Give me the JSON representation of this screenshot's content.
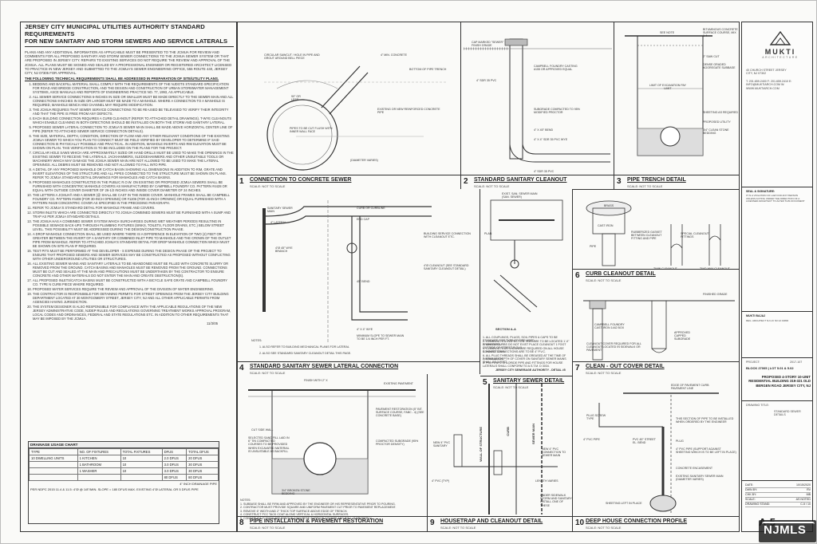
{
  "spec": {
    "title_line1": "JERSEY CITY MUNICIPAL UTILITIES AUTHORITY STANDARD REQUIREMENTS",
    "title_line2": "FOR NEW SANITARY AND STORM SEWERS AND SERVICE LATERALS",
    "intro": "PLANS AND ANY ADDITIONAL INFORMATION AS APPLICABLE MUST BE PRESENTED TO THE JCMUA FOR REVIEW AND COMMENTS FOR ALL PROPOSED SANITARY AND STORM SEWER CONNECTIONS TO THE JCMUA SEWER SYSTEM OR THAT ARE PROPOSED IN JERSEY CITY. REPAIRS TO EXISTING SERVICES DO NOT REQUIRE THE REVIEW AND APPROVAL OF THE JCMUA. ALL PLANS MUST BE SIGNED AND SEALED BY A PROFESSIONAL ENGINEER OR REGISTERED ARCHITECT LICENSED TO PRACTICE IN NEW JERSEY AND SUBMITTED TO THE JCMUA'S SEWER ENGINEERING OFFICE, 555 ROUTE 440, JERSEY CITY, NJ 07305 FOR APPROVAL.",
    "list_header": "THE FOLLOWING TECHNICAL REQUIREMENTS SHALL BE ADDRESSED IN PREPARATION OF SITE/UTILITY PLANS.",
    "items": [
      "BEDDING AND BACKFILL MATERIAL SHALL COMPLY WITH THE REQUIREMENTS OF THE NJDOTS STANDARD SPECIFICATION FOR ROAD AND BRIDGE CONSTRUCTION, AND THE DESIGN AND CONSTRUCTION OF URBAN STORMWATER MANAGEMENT SYSTEMS, ASCE MANUALS AND REPORTS OF ENGINEERING PRACTICE NO. 77, 1993, AS APPLICABLE.",
      "ALL SEWER SERVICE CONNECTIONS 6-INCHES IN SIZE OR SMALLER MUST BE MADE DIRECTLY TO THE SEWER MAIN AND ALL CONNECTIONS 8-INCHES IN SIZE OR LARGER MUST BE MADE TO A MANHOLE. WHERE A CONNECTION TO A MANHOLE IS REQUIRED, MANHOLE BENCH AND CHANNEL MAY REQUIRE MODIFICATION.",
      "THE JCMUA REQUIRES THAT SEWER SERVICE CONNECTIONS TO BE RE-USED BE TELEVISED TO VERIFY THEIR INTEGRITY AND THAT THE PIPE IS FREE FROM ANY DEFECTS.",
      "EACH BUILDING CONNECTION REQUIRES A CURB CLEANOUT (REFER TO ATTACHED DETAIL DRAWINGS). T-WYE CLEANOUTS WHICH ENABLE CLEANING IN BOTH DIRECTIONS SHOULD BE INSTALLED ON BOTH THE STORM AND SANITARY LATERAL.",
      "PROPOSED SEWER LATERAL CONNECTION TO JCMUA'S SEWER MAIN SHALL BE MADE ABOVE HORIZONTAL CENTER LINE OF PIPE (REFER TO ATTACHED SEWER SERVICE CONNECTION DETAILS).",
      "THE SIZE, MATERIAL, DEPTH, CONDITION, DIRECTION OF FLOW AND ANY OTHER RELEVANT CONDITIONS OF THE EXISTING JCMUA SEWER TO WHICH YOU PLAN TO CONNECT MUST BE FIELD VERIFIED BY DEVELOPER TO DETERMINE IF SAID CONNECTION IS PHYSICALLY POSSIBLE AND PRACTICAL. IN ADDITION, MANHOLE INVERTS AND RIM ELEVATION MUST BE SHOWN ON PLAN. THIS VERIFICATION IS TO BE INCLUDED ON THE PLANS FOR THE PROJECT.",
      "CIRCULAR HOLE SAWS WHICH ARE APPROXIMATELY SIZED OR HAND DRILLS MUST BE USED TO MAKE THE OPENINGS IN THE EXISTING SEWER TO RECEIVE THE LATERALS. JACKHAMMERS, SLEDGEHAMMERS AND OTHER UNSUITABLE TOOLS OR MACHINERY WHICH MAY DAMAGE THE JCMUA SEWER MAIN ARE NOT ALLOWED TO BE USED TO MAKE THE LATERAL OPENINGS. ALL DEBRIS MUST BE REMOVED AND NOT ALLOWED TO FALL INTO PIPE.",
      "A DETAIL OF ANY PROPOSED MANHOLE OR CATCH BASIN SHOWING ALL DIMENSIONS IN ADDITION TO RIM, GRATE AND INVERT ELEVATIONS OF THE STRUCTURE AND ALL PIPES CONNECTED TO THE STRUCTURE MUST BE SHOWN ON PLANS. REFER TO JCMUA STANDARD DETAIL DRAWINGS FOR MANHOLES AND CATCH BASINS.",
      "PROPOSED MANHOLES CONSTRUCTED IN THE PUBLIC R.O.W. ON EXISTING OR PROPOSED JCMUA SEWERS SHALL BE FURNISHED WITH CONCENTRIC MANHOLE COVERS AS MANUFACTURED BY CAMPBELL FOUNDRY CO. PATTERN #4428 OR EQUAL WITH OUTSIDE COVER DIAMETER OF 26-1/2 INCHES AND INSIDE COVER DIAMETER OF 24 INCHES.",
      "THE LETTERS A JCMUA® AND A SEWER (@ SHALL BE CAST IN THE INSIDE COVER. MANHOLE FRAMES SHALL BE CAMPBELL FOUNDRY CO. PATTERN #4408 (FOR 30-INCH OPENING) OR #1206 (FOR 41-INCH OPENING) OR EQUAL FURNISHED WITH A PATTERN #4428 CONCENTRIC COVER AS SPECIFIED IN THE PRECEDING PARAGRAPH.",
      "REFER TO JCMUA'S STANDARD DETAIL FOR MANHOLE FRAME AND COVERS.",
      "STORM INLETS WHICH ARE CONNECTED DIRECTLY TO JCMUA COMBINED SEWERS MUST BE FURNISHED WITH A SUMP AND TRAP AS PER JCMUA STANDARD DETAILS.",
      "THE JCMUA HAS A COMBINED SEWER SYSTEM WHICH SURCHARGES DURING WET WEATHER PERIODS RESULTING IN POSSIBLE SEWAGE BACK-UPS THROUGH PLUMBING FIXTURES (SINKS, TOILETS, FLOOR DRAINS, ETC.) BELOW STREET LEVEL. THIS POSSIBILITY MUST BE ADDRESSED DURING THE DESIGN/CONSTRUCTION PHASE.",
      "A DROP MANHOLE CONNECTION SHALL BE USED WHERE THERE IS A DIFFERENCE IN ELEVATION OF TWO (2) FEET OR GREATER BETWEEN THE INVERT OF A SANITARY OR COMBINED INLET PIPE TO MANHOLE AND THE CROWN OF THE OUTLET PIPE FROM MANHOLE. REFER TO ATTACHED JCMUA'S STANDARD DETAIL FOR DROP MANHOLE CONNECTION WHICH MUST BE SHOWN ON SITE PLAN IF REQUIRED.",
      "TEST PITS MUST BE PERFORMED AT THE DEVELOPER - S EXPENSE DURING THE DESIGN PHASE OF THE PROJECT TO ENSURE THAT PROPOSED SEWERS AND SEWER SERVICES MAY BE CONSTRUCTED AS PROPOSED WITHOUT CONFLICTING WITH OTHER UNDERGROUND UTILITIES OR STRUCTURES.",
      "ALL EXISTING SEWER MAINS AND SANITARY LATERALS TO BE ABANDONED MUST BE FILLED WITH CONCRETE SLURRY OR REMOVED FROM THE GROUND. CATCH BASINS AND MANHOLES MUST BE REMOVED FROM THE GROUND. CONNECTIONS MUST BE CUT AND SEALED AT THE MAIN AND PRECAUTIONS MUST BE UNDERTAKEN BY THE CONTRACTOR TO ENSURE CONCRETE AND OTHER MATERIALS DO NOT ENTER THE MAIN AND CREATE OBSTRUCTION(S).",
      "ALL PROPOSED INLETS/CATCH BASINS MUST BE CONSTRUCTED WITH A BICYCLE SAFE GRATE AND CAMPBELL FOUNDRY CO. TYPE N CURB PIECE WHERE REQUIRED.",
      "PROPOSED WATER SERVICES REQUIRE THE REVIEW AND APPROVAL OF THE DIVISION OF WATER ENGINEERING.",
      "THE CONTRACTOR IS RESPONSIBLE FOR OBTAINING PERMITS FOR STREET OPENINGS FROM THE JERSEY CITY BUILDING DEPARTMENT LOCATED AT 30 MONTGOMERY STREET, JERSEY CITY, NJ AND ALL OTHER APPLICABLE PERMITS FROM AGENCIES HAVING JURISDICTION.",
      "THE SYSTEM DESIGNER IS ALSO RESPONSIBLE FOR COMPLIANCE WITH THE APPLICABLE REGULATIONS OF THE NEW JERSEY ADMINISTRATIVE CODE, NJDEP RULES AND REGULATIONS GOVERNING TREATMENT WORKS APPROVAL PROGRAM, LOCAL CODES AND ORDINANCES, FEDERAL AND STATE REGULATIONS ETC. IN ADDITION TO OTHER REQUIREMENTS THAT MAY BE IMPOSED BY THE JCMUA.",
      "11/3/05"
    ]
  },
  "drainage": {
    "caption": "DRAINAGE USAGE CHART",
    "headers": [
      "TYPE",
      "NO. OF FIXTURES",
      "TOTAL FIXTURES",
      "DFUS",
      "TOTAL DFUS"
    ],
    "rows": [
      [
        "10 DWELLING UNITS",
        "1 KITCHEN",
        "10",
        "2.0 DFUS",
        "20 DFUS"
      ],
      [
        "",
        "1 BATHROOM",
        "10",
        "3.0 DFUS",
        "30 DFUS"
      ],
      [
        "",
        "1 WASHER",
        "10",
        "3.0 DFUS",
        "30 DFUS"
      ],
      [
        "",
        "",
        "",
        "80 DFUS",
        "80 DFUS"
      ]
    ],
    "footer": "PER NDPC 2015 11.4 & 11.5: 4\"Ø @ 1/8\"/MIN. SLOPE = 180 DFUS MAX. EXISTING 4\"Ø LATERAL OR 5 DFUS PIPE",
    "note": "4\" INCH DRAINAGE PIPE"
  },
  "details": [
    {
      "num": "1",
      "title": "CONNECTION TO CONCRETE SEWER",
      "scale": "SCALE: NOT TO SCALE"
    },
    {
      "num": "2",
      "title": "STANDARD SANITARY CLEANOUT",
      "scale": "SCALE: NOT TO SCALE"
    },
    {
      "num": "3",
      "title": "PIPE TRENCH DETAIL",
      "scale": "SCALE: NOT TO SCALE"
    },
    {
      "num": "4",
      "title": "STANDARD SANITARY SEWER LATERAL CONNECTION",
      "scale": "SCALE: NOT TO SCALE"
    },
    {
      "num": "5",
      "title": "SANITARY SEWER DETAIL",
      "scale": "SCALE: NOT TO SCALE"
    },
    {
      "num": "6",
      "title": "CURB CLEANOUT DETAIL",
      "scale": "SCALE: NOT TO SCALE"
    },
    {
      "num": "7",
      "title": "CLEAN - OUT COVER DETAIL",
      "scale": "SCALE: NOT TO SCALE"
    },
    {
      "num": "8",
      "title": "PIPE INSTALLATION & PAVEMENT RESTORATION",
      "scale": "SCALE: NOT TO SCALE"
    },
    {
      "num": "9",
      "title": "HOUSETRAP AND CLEANOUT DETAIL",
      "scale": "SCALE: NOT TO SCALE"
    },
    {
      "num": "10",
      "title": "DEEP HOUSE CONNECTION PROFILE",
      "scale": "SCALE: NOT TO SCALE"
    }
  ],
  "labels": {
    "d1_a": "CIRCULAR SAWCUT / HOLE IN PIPE AND GROUT AROUND BELL PIECE",
    "d1_b": "4\" MIN. CONCRETE",
    "d1_c": "BOTTOM OF PIPE TRENCH",
    "d1_d": "EXISTING OR NEW REINFORCED CONCRETE PIPE",
    "d1_e": "PIPES TO BE CUT FLUSH WITH INNER WALL FACE",
    "d1_f": "(DIAMETER VARIES)",
    "d1_g": "90° OR LESS",
    "d2_a": "CAP MARKED \"SEWER\" FINISH GRADE",
    "d2_b": "CAMPBELL FOUNDRY CASTING #155 OR APPROVED EQUAL",
    "d2_c": "SUBGRADE COMPACTED TO 95% MODIFIED PROCTOR",
    "d2_d": "4\" X 45° BEND",
    "d2_e": "4\" X 4\" SDR 35 PVC WYE",
    "d2_f": "4\" SDR 35 PVC",
    "d2_g": "4\" SDR 35 PVC",
    "d3_a": "SEE NOTE",
    "d3_b": "BITUMINOUS CONCRETE SURFACE COURSE, MIX 1-4",
    "d3_c": "2\" SAW CUT",
    "d3_d": "DENSE GRADED AGGREGATE SUBBASE",
    "d3_e": "LIMIT OF EXCAVATION PAY LIMIT",
    "d3_f": "SHEETING AS REQUIRED",
    "d3_g": "3/4\" CLEAN STONE BEDDING",
    "d3_h": "PROPOSED UTILITY",
    "d4_a": "SANITARY SEWER MAIN",
    "d4_b": "4\" LATERAL",
    "d4_c": "CURB OR CURBLINE",
    "d4_d": "END CAP",
    "d4_e": "BUILDING SERVICE CONNECTION WITH CLEANOUT ETC.",
    "d4_f": "4\"Ø 45° WYE BRANCH",
    "d4_g": "45° BEND",
    "d4_h": "4\"Ø CLEANOUT (SEE STANDARD SANITARY CLEANOUT DETAIL)",
    "d4_i": "4\" X 4\" WYE",
    "d4_j": "MINIMUM SLOPE TO SEWER MAIN TO BE 1/4 INCH PER FT.",
    "d4_k": "1. ALSO REFER TO BUILDING MECHANICAL PLANS FOR LATERAL",
    "d4_l": "2. ALSO SEE STANDARD SANITARY CLEANOUT DETAIL THIS PAGE.",
    "d4_m": "NOTES:",
    "d5_a": "EXIST. SAN. SEWER MAIN (SAN. SEWER)",
    "d5_b": "PLAN",
    "d5_c": "SECTION A-A",
    "d5_d": "JERSEY CITY SEWERAGE AUTHORITY - DETAIL #5",
    "d5_e": "1. ALL COUPLINGS, PLUGS, SOIL PIPES & CAPS TO BE STANDARD FOR TYPE OF PIPE USED.",
    "d5_f": "2. CLEANOUTS & INSPECTION TEES ARE TO BE LOCATED 1'-0\" FROM CURB.",
    "d5_g": "3. WHERE CURBS DO NOT EXIST PLACE CLEANOUT 1 FOOT OUTSIDE OF STREET R.O.W.",
    "d5_h": "4. CLEANOUTS AS SHOWN ARE REQUIRED ON ALL HOUSE CONNECTIONS.",
    "d5_i": "5. HOUSE CONNECTIONS ARE TO BE 4\" P.V.C.",
    "d5_j": "6. ALL PLUG THREADS SHALL BE GREASED AT THE TIME OF INSTALLATION.",
    "d5_k": "7. MINIMUM DEPTH OF COVER ON SANITARY SEWER MAINS SHALL BE 3 FEET.",
    "d5_l": "8. POLYVINYL CHLORIDE PIPE AND FITTINGS FOR HOUSE LATERALS SHALL CONFORM TO A.S.T.M. D 3034.",
    "d6_a": "BRASS",
    "d6_b": "CAST IRON",
    "d6_c": "RUBBERIZED GASKET BETWEEN CLEANOUT FITTING AND PIPE",
    "d6_d": "PIPE",
    "d6_e": "SPECIAL CLEANOUT FITTINGS",
    "d6_f": "TWIN CLEANOUT",
    "d6_g": "TWO-WAY CLEANOUT",
    "d7_a": "CAMPBELL FOUNDRY CAST-IRON 1442 BOX",
    "d7_b": "FINISHED GRADE",
    "d7_c": "APPROVED CAPPED SUBGRADE",
    "d7_d": "CLEANOUT COVER REQUIRED FOR ALL CLEANOUT LOCATED IN SIDEWALK OR PAVEMENT",
    "d8_a": "FINISH WITH 2\" X",
    "d8_b": "EXISTING PAVEMENT",
    "d8_c": "PAVEMENT RESTORATION (5\" BIT. SURFACE COURSE, FABC - 4) (SEE CONCRETE BASE)",
    "d8_d": "CUT SIDE WALL",
    "d8_e": "SELECTED SAND FILL LAID IN 6\" TIN COMPACTED COURSES TO BE PROVIDED WHEN EXCAVATED MATERIAL IS UNSUITABLE AS BACKFILL",
    "d8_f": "COMPACTED SUBGRADE (95% PROCTOR DENSITY)",
    "d8_g": "3/4\" BROKEN STONE BEDDING",
    "d8_h": "1. SUBBASE SHALL BE FIRM AND APPROVED BY THE ENGINEER OR HIS REPRESENTATIVE PRIOR TO POURING.",
    "d8_i": "2. CONTRACTOR MUST PROVIDE SQUARE AND UNIFORM PAVEMENT CUT PRIOR TO PAVEMENT REPLACEMENT.",
    "d8_j": "3. REMOVE 6\" WIDTH AND 2\" THICK TOP SURFACE ABOVE EDGE OF TRENCH.",
    "d8_k": "4. CONSTRUCT PCC TACK COAT ALONG VERTICAL & HORIZONTAL SURFACES.",
    "d8_l": "5. CONSTRUCT 2\" THICK BITUMINOUS CONCRETE SURFACE COURSE AND ROLL IT PROPERLY.",
    "d8_m": "NOTES:",
    "d9_a": "WALL OF STRUCTURE",
    "d9_b": "CURB",
    "d9_c": "SEWER MAIN",
    "d9_d": "NEW 4\" PVC CONNECTION TO SEWER MAIN",
    "d9_e": "LENGTH VARIES",
    "d9_f": "UNDER SIDEWALK STORM AND SANITARY INSTALL ONE OF THESE",
    "d9_g": "NEW 4\" PVC SANITARY",
    "d9_h": "4\" PVC (TYP)",
    "d10_a": "PLUG SCREW TYPE",
    "d10_b": "EDGE OF PAVEMENT CURB PAVEMENT LINE",
    "d10_c": "4\" PVC PIPE",
    "d10_d": "THIS SECTION OF PIPE TO BE INSTALLED WHEN ORDERED BY THE ENGINEER",
    "d10_e": "PVC 45° STREET EL. BEND",
    "d10_f": "PLUG",
    "d10_g": "4\" PVC PIPE (SUPPORT AGAINST SHEETING WHICH IS TO BE LEFT IN PLACE)",
    "d10_h": "CONCRETE ENCASEMENT",
    "d10_i": "EXISTING SANITARY SEWER MAIN (DIAMETER VARIES)",
    "d10_j": "SHEETING LEFT IN PLACE"
  },
  "titleblock": {
    "brand": "MUKTI",
    "brand_sub": "ARCHITECTURE",
    "address": "40 CHURCH STREET JERSEY CITY, NJ 07302",
    "contact": "T: 201.659.2400 F: 201.659.2410 E: INFO@MUKTIARCH.COM W: WWW.MUKTIARCH.COM",
    "seal": "SEAL & SIGNATURE:",
    "seal_note": "IT IS A VIOLATION OF LAW FOR ANY PERSON UNLESS ACTING UNDER THE DIRECTION OF A LICENSED ARCHITECT TO ALTER THIS DOCUMENT",
    "architect_name": "MUKTI BAJAJ",
    "architect_lic": "REG. ARCHITECT NJ LIC NO AI 01800",
    "project_label": "PROJECT:",
    "project_code": "2017-107",
    "block": "Block 27005 | Lot 5.01 & 5.02",
    "project_name": "PROPOSED 4-STORY 10-UNIT RESIDENTIAL BUILDING 319-321 OLD BERGEN ROAD JERSEY CITY, NJ",
    "drawing_title_label": "DRAWING TITLE:",
    "drawing_title": "STANDARD SEWER DETAILS",
    "rows": [
      [
        "DATE:",
        "10/15/2020"
      ],
      [
        "DWN BY:",
        "RV"
      ],
      [
        "CHK BY:",
        "MB"
      ],
      [
        "SCALE:",
        "AS NOTED"
      ],
      [
        "DRAWING STAND:",
        "C-5 / 10"
      ]
    ],
    "sheet": "A-5"
  },
  "watermark": "NJMLS"
}
